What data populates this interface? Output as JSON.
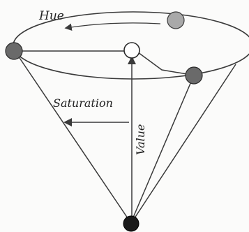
{
  "labels": {
    "hue": "Hue",
    "saturation": "Saturation",
    "value": "Value"
  },
  "colors": {
    "background": "#fbfbfa",
    "line": "#3a3a3a",
    "hue_point_light": "#a9a9a9",
    "hue_point_dark": "#6a6a6a",
    "center_point": "#ffffff",
    "apex_point": "#1a1a1a"
  }
}
